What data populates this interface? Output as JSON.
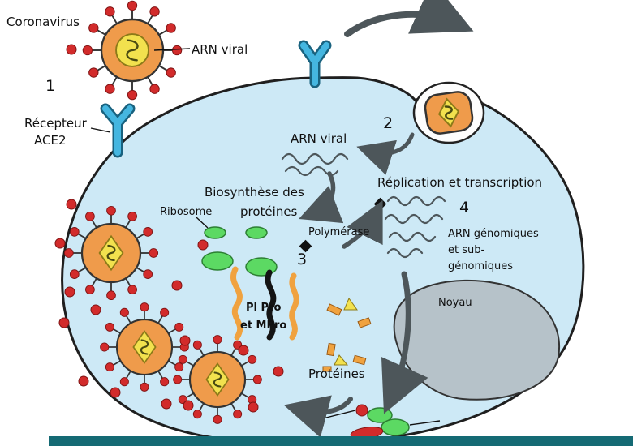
{
  "diagram": {
    "labels": {
      "coronavirus": "Coronavirus",
      "arn_viral_outside": "ARN viral",
      "step_1": "1",
      "recepteur_line1": "Récepteur",
      "recepteur_line2": "ACE2",
      "arn_viral_inside": "ARN viral",
      "step_2": "2",
      "biosynthese_line1": "Biosynthèse des",
      "biosynthese_line2": "protéines",
      "ribosome": "Ribosome",
      "polymerase": "Polymérase",
      "step_3": "3",
      "replication": "Réplication et transcription",
      "step_4": "4",
      "arn_genomiques_line1": "ARN génomiques",
      "arn_genomiques_line2": "et sub-",
      "arn_genomiques_line3": "génomiques",
      "noyau": "Noyau",
      "plpro": "Pl Pro",
      "mpro": "et MPro",
      "proteines": "Protéines"
    },
    "colors": {
      "cell_fill": "#cde9f6",
      "cell_stroke": "#1f1f1f",
      "virus_body": "#ef9b4b",
      "virus_core": "#f2e14e",
      "spike_tip": "#d22b2b",
      "receptor_blue": "#45b6e0",
      "nucleus_fill": "#b6c2c9",
      "ribosome_green": "#5cd963",
      "arrow_gray": "#4d565a",
      "bottom_bar": "#156a74"
    }
  }
}
